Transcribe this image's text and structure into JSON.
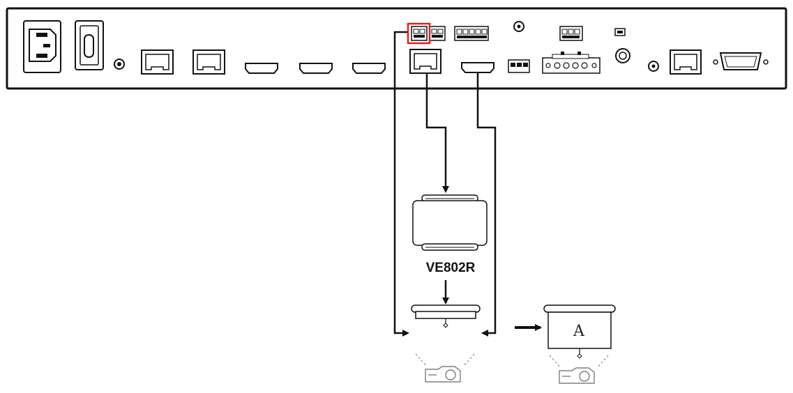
{
  "diagram": {
    "receiver_label": "VE802R",
    "screen_letter": "A",
    "highlight_color": "#e02020",
    "line_color": "#111111",
    "panel_border_color": "#111111",
    "rear_panel": {
      "ports": [
        "power-inlet",
        "power-switch",
        "ground-screw",
        "rj45-port",
        "rj45-port",
        "hdmi-port",
        "hdmi-port",
        "hdmi-port",
        "rj45-port-hdbaset",
        "hdmi-out-port",
        "terminal-block",
        "audio-jack",
        "serial-terminal-block",
        "led-indicator",
        "audio-jack-large",
        "screw-small",
        "rj45-port-lan",
        "db9-serial-port"
      ]
    }
  }
}
